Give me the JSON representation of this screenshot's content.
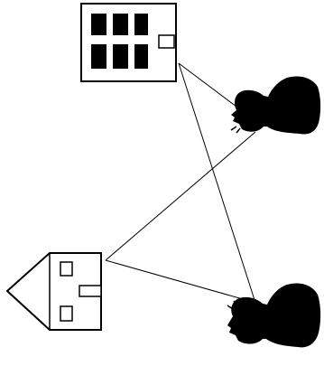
{
  "diagram": {
    "ink_color": "#000000",
    "background_color": "#ffffff",
    "elements": [
      {
        "kind": "building",
        "icon": "apartment-building-icon",
        "rotated": true
      },
      {
        "kind": "house",
        "icon": "house-icon",
        "rotated": true
      },
      {
        "kind": "person",
        "icon": "person-silhouette-icon",
        "count": 2,
        "rotated": true
      },
      {
        "kind": "sight-lines",
        "count": 4
      }
    ]
  }
}
